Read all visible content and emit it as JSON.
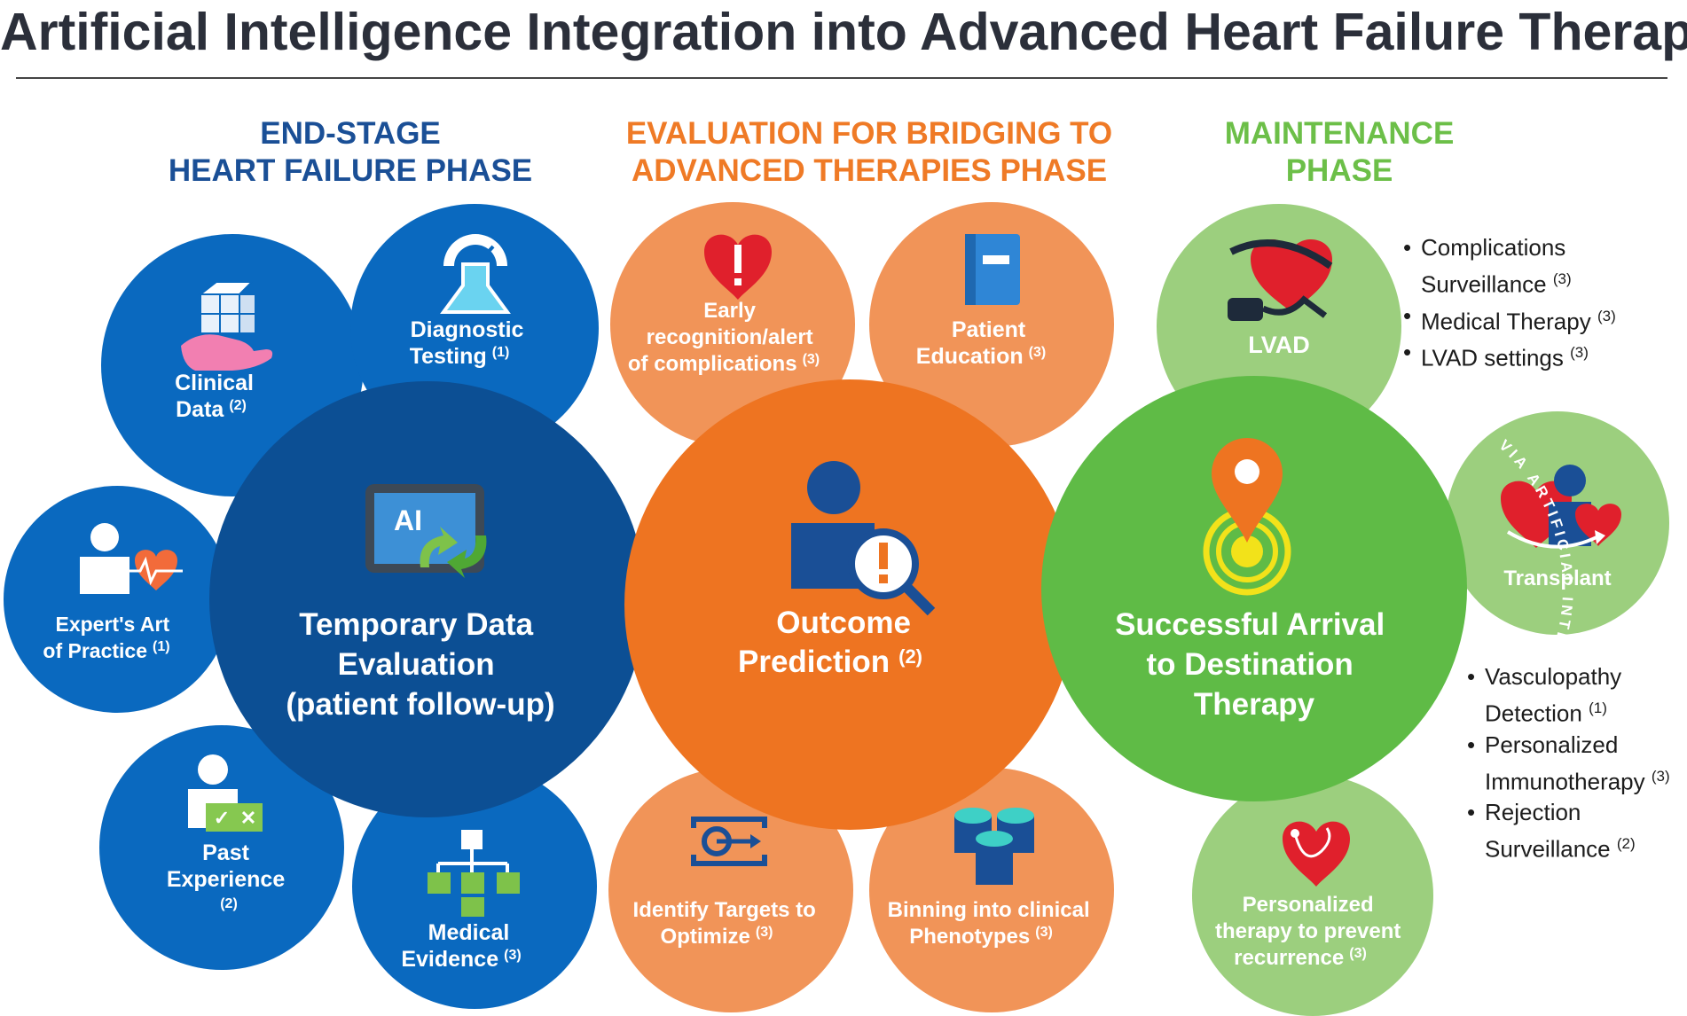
{
  "title": "Artificial Intelligence Integration into Advanced Heart Failure Therapy",
  "phases": {
    "end_stage": {
      "line1": "END-STAGE",
      "line2": "HEART FAILURE PHASE",
      "color": "#1a4f96"
    },
    "evaluation": {
      "line1": "EVALUATION FOR BRIDGING TO",
      "line2": "ADVANCED THERAPIES PHASE",
      "color": "#ef7a26"
    },
    "maintenance": {
      "line1": "MAINTENANCE",
      "line2": "PHASE",
      "color": "#6cbf48"
    }
  },
  "colors": {
    "blue_dark": "#0c4f94",
    "blue_sat": "#0a69bf",
    "orange_dark": "#ee7421",
    "orange_light": "#f19458",
    "green_dark": "#5fbb46",
    "green_light": "#9ccf7e"
  },
  "center_nodes": {
    "temporary": {
      "line1": "Temporary Data",
      "line2": "Evaluation",
      "line3": "(patient follow-up)",
      "icon": "ai-tablet-icon",
      "ai_text": "AI"
    },
    "outcome": {
      "line1": "Outcome",
      "line2": "Prediction",
      "ref": "(2)",
      "icon": "patient-search-icon"
    },
    "arrival": {
      "line1": "Successful Arrival",
      "line2": "to Destination",
      "line3": "Therapy",
      "icon": "location-pin-target-icon",
      "ring_text": "VIA ARTIFICIAL INTELLIGENCE"
    }
  },
  "blue_nodes": {
    "clinical": {
      "line1": "Clinical",
      "line2": "Data",
      "ref": "(2)",
      "icon": "data-cube-hand-icon"
    },
    "diagnostic": {
      "line1": "Diagnostic",
      "line2": "Testing",
      "ref": "(1)",
      "icon": "gauge-flask-icon"
    },
    "expert": {
      "line1": "Expert's Art",
      "line2": "of Practice",
      "ref": "(1)",
      "icon": "doctor-heart-icon"
    },
    "past": {
      "line1": "Past",
      "line2": "Experience",
      "ref": "(2)",
      "icon": "person-checklist-icon"
    },
    "medical": {
      "line1": "Medical",
      "line2": "Evidence",
      "ref": "(3)",
      "icon": "hierarchy-icon"
    }
  },
  "orange_nodes": {
    "early": {
      "line1": "Early",
      "line2": "recognition/alert",
      "line3": "of complications",
      "ref": "(3)",
      "icon": "heart-alert-icon"
    },
    "education": {
      "line1": "Patient",
      "line2": "Education",
      "ref": "(3)",
      "icon": "book-icon"
    },
    "identify": {
      "line1": "Identify Targets to",
      "line2": "Optimize",
      "ref": "(3)",
      "icon": "target-scan-icon"
    },
    "binning": {
      "line1": "Binning into clinical",
      "line2": "Phenotypes",
      "ref": "(3)",
      "icon": "database-cylinders-icon"
    }
  },
  "green_nodes": {
    "lvad": {
      "label": "LVAD",
      "icon": "lvad-heart-icon"
    },
    "transplant": {
      "label": "Transplant",
      "icon": "heart-transplant-icon"
    },
    "personalized": {
      "line1": "Personalized",
      "line2": "therapy to prevent",
      "line3": "recurrence",
      "ref": "(3)",
      "icon": "heart-stethoscope-icon"
    }
  },
  "lvad_list": [
    {
      "line1": "Complications",
      "line2": "Surveillance",
      "ref": "(3)"
    },
    {
      "line1": "Medical Therapy",
      "ref": "(3)"
    },
    {
      "line1": "LVAD settings",
      "ref": "(3)"
    }
  ],
  "transplant_list": [
    {
      "line1": "Vasculopathy",
      "line2": "Detection",
      "ref": "(1)"
    },
    {
      "line1": "Personalized",
      "line2": "Immunotherapy",
      "ref": "(3)"
    },
    {
      "line1": "Rejection",
      "line2": "Surveillance",
      "ref": "(2)"
    }
  ]
}
